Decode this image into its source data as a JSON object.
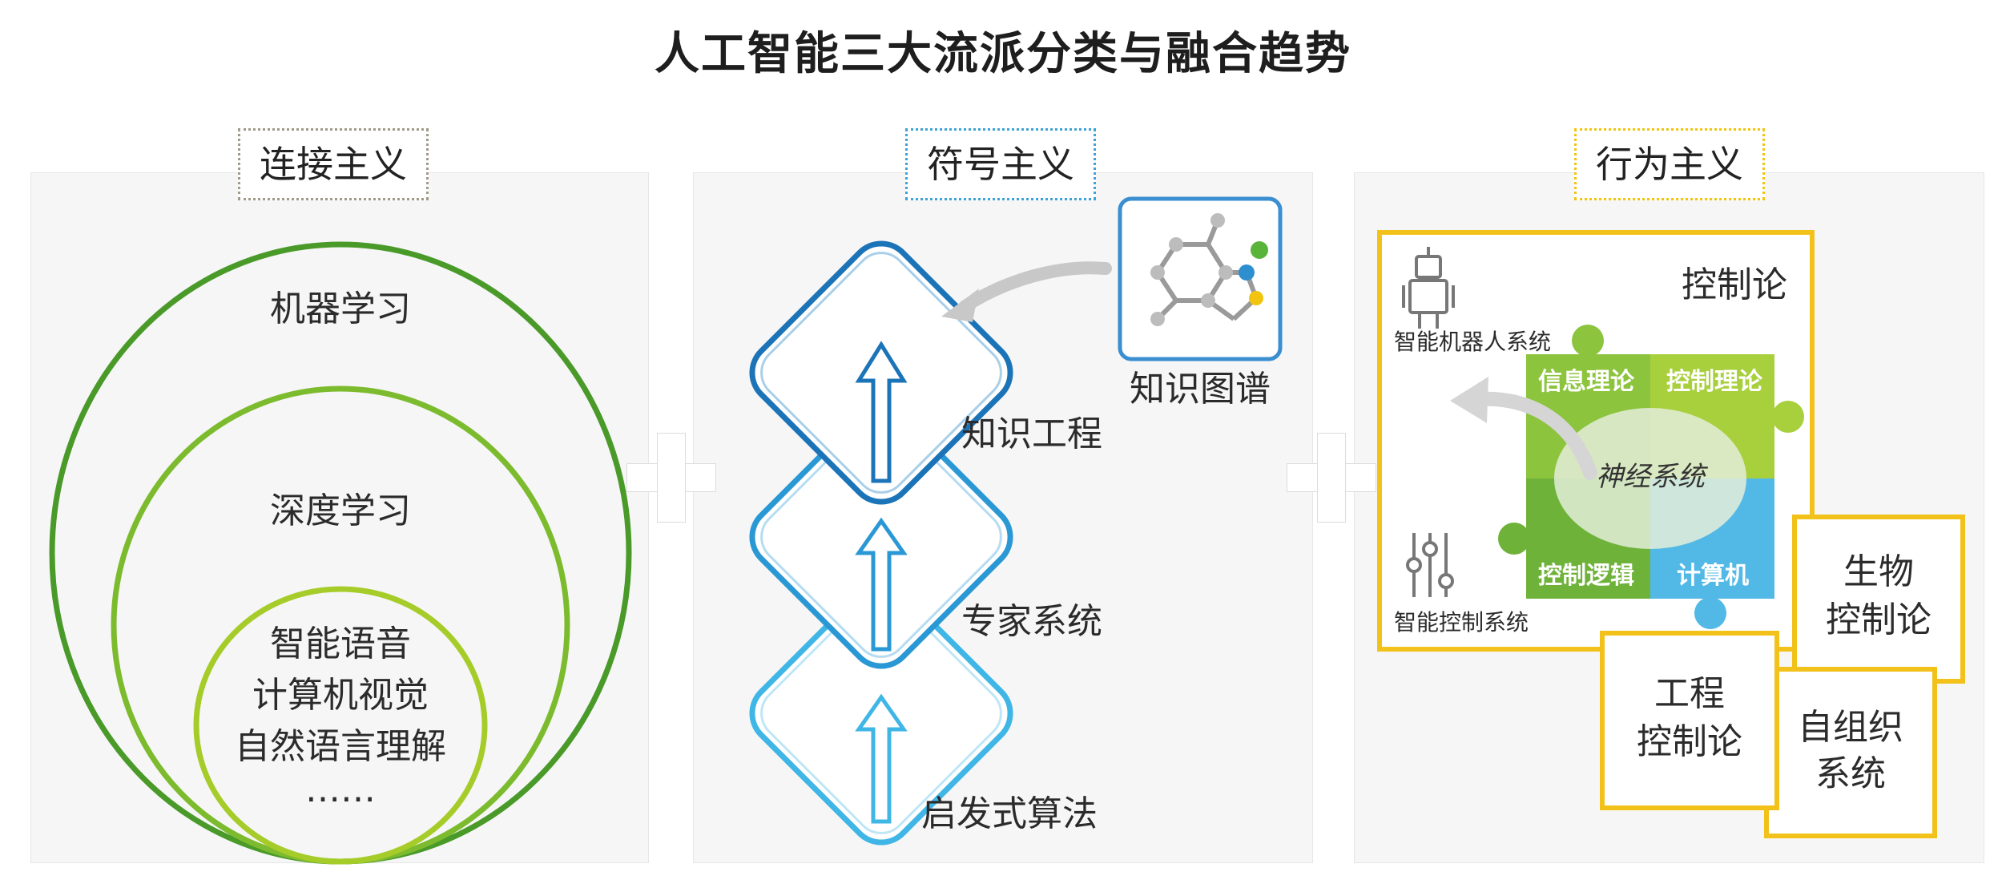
{
  "title": "人工智能三大流派分类与融合趋势",
  "connectionism": {
    "tag": "连接主义",
    "rings": [
      {
        "label": "机器学习",
        "color": "#4a9a2a"
      },
      {
        "label": "深度学习",
        "color": "#7dbb2e"
      },
      {
        "label": "",
        "color": "#a6cc2a"
      }
    ],
    "inner_items": [
      "智能语音",
      "计算机视觉",
      "自然语言理解",
      "……"
    ]
  },
  "symbolism": {
    "tag": "符号主义",
    "levels": [
      "知识工程",
      "专家系统",
      "启发式算法"
    ],
    "knowledge_graph_label": "知识图谱",
    "colors": {
      "top": "#1c74b8",
      "mid": "#2a98d4",
      "bottom": "#3fb6e6"
    }
  },
  "behaviorism": {
    "tag": "行为主义",
    "main_label": "控制论",
    "robot_label": "智能机器人系统",
    "control_label": "智能控制系统",
    "puzzle": {
      "top_left": "信息理论",
      "top_right": "控制理论",
      "center": "神经系统",
      "bottom_left": "控制逻辑",
      "bottom_right": "计算机"
    },
    "boxes": [
      {
        "lines": [
          "生物",
          "控制论"
        ]
      },
      {
        "lines": [
          "工程",
          "控制论"
        ]
      },
      {
        "lines": [
          "自组织",
          "系统"
        ]
      }
    ],
    "colors": {
      "yellow": "#f2c21b",
      "green_dark": "#6fb23a",
      "green_light": "#a8cf3c",
      "blue": "#52b8e6"
    }
  }
}
